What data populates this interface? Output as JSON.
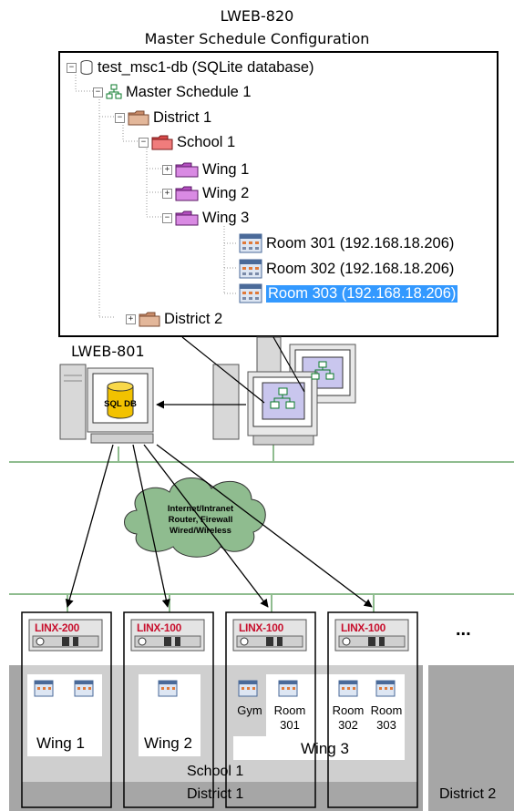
{
  "header": {
    "product": "LWEB-820",
    "subtitle": "Master Schedule Configuration"
  },
  "tree": {
    "db": "test_msc1-db (SQLite database)",
    "schedule": "Master Schedule 1",
    "district1": "District 1",
    "school1": "School 1",
    "wing1": "Wing 1",
    "wing2": "Wing 2",
    "wing3": "Wing 3",
    "room301": "Room 301 (192.168.18.206)",
    "room302": "Room 302 (192.168.18.206)",
    "room303": "Room 303 (192.168.18.206)",
    "district2": "District 2",
    "selected": "Room 303 (192.168.18.206)"
  },
  "server": {
    "label": "LWEB-801",
    "db_label": "SQL DB"
  },
  "cloud": {
    "line1": "Internet/Intranet",
    "line2": "Router, Firewall",
    "line3": "Wired/Wireless"
  },
  "controllers": [
    "LINX-200",
    "LINX-100",
    "LINX-100",
    "LINX-100"
  ],
  "ellipsis": "...",
  "zones": {
    "wing1": "Wing 1",
    "wing2": "Wing 2",
    "wing3": "Wing 3",
    "school1": "School 1",
    "district1": "District 1",
    "district2": "District 2"
  },
  "rooms": {
    "gym": "Gym",
    "room301": [
      "Room",
      "301"
    ],
    "room302": [
      "Room",
      "302"
    ],
    "room303": [
      "Room",
      "303"
    ]
  },
  "colors": {
    "network_line": "#8fbc8f",
    "cloud_fill": "#8fbc8f",
    "district_fill": "#a6a6a6",
    "school_fill": "#cfcfcf",
    "selection": "#3399ff",
    "linx_label": "#c8102e",
    "db_fill": "#f2c200"
  },
  "icons": [
    "database-icon",
    "schedule-icon",
    "folder-icon",
    "calendar-icon",
    "desktop-computer-icon",
    "controller-icon",
    "cloud-icon"
  ]
}
